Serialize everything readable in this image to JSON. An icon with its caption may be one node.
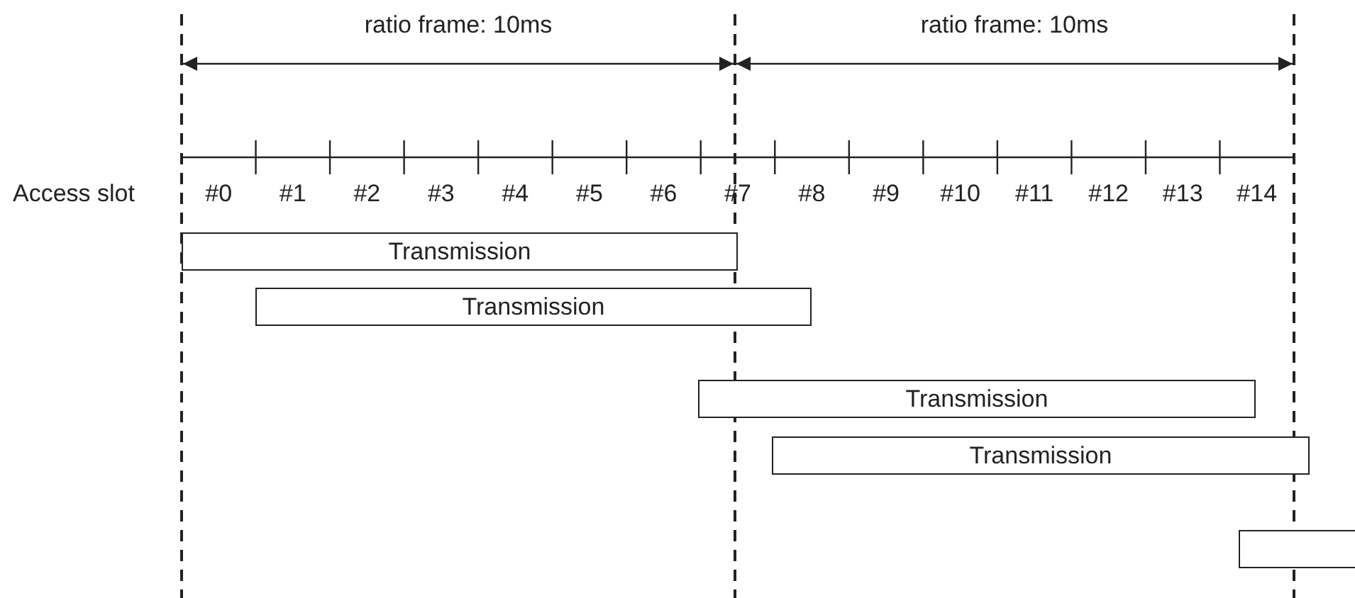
{
  "diagram": {
    "nodes": [
      {
        "text": [
          "Transmission"
        ]
      },
      {
        "text": [
          "Transmission"
        ]
      },
      {
        "text": [
          "Transmission"
        ]
      },
      {
        "text": [
          "Transmission"
        ]
      },
      {
        "text": [],
        "shape": "box"
      }
    ],
    "labels": [
      "ratio frame: 10ms",
      "ratio frame: 10ms",
      "Access slot",
      "#0",
      "#1",
      "#2",
      "#3",
      "#4",
      "#5",
      "#6",
      "#7",
      "#8",
      "#9",
      "#10",
      "#11",
      "#12",
      "#13",
      "#14"
    ]
  }
}
